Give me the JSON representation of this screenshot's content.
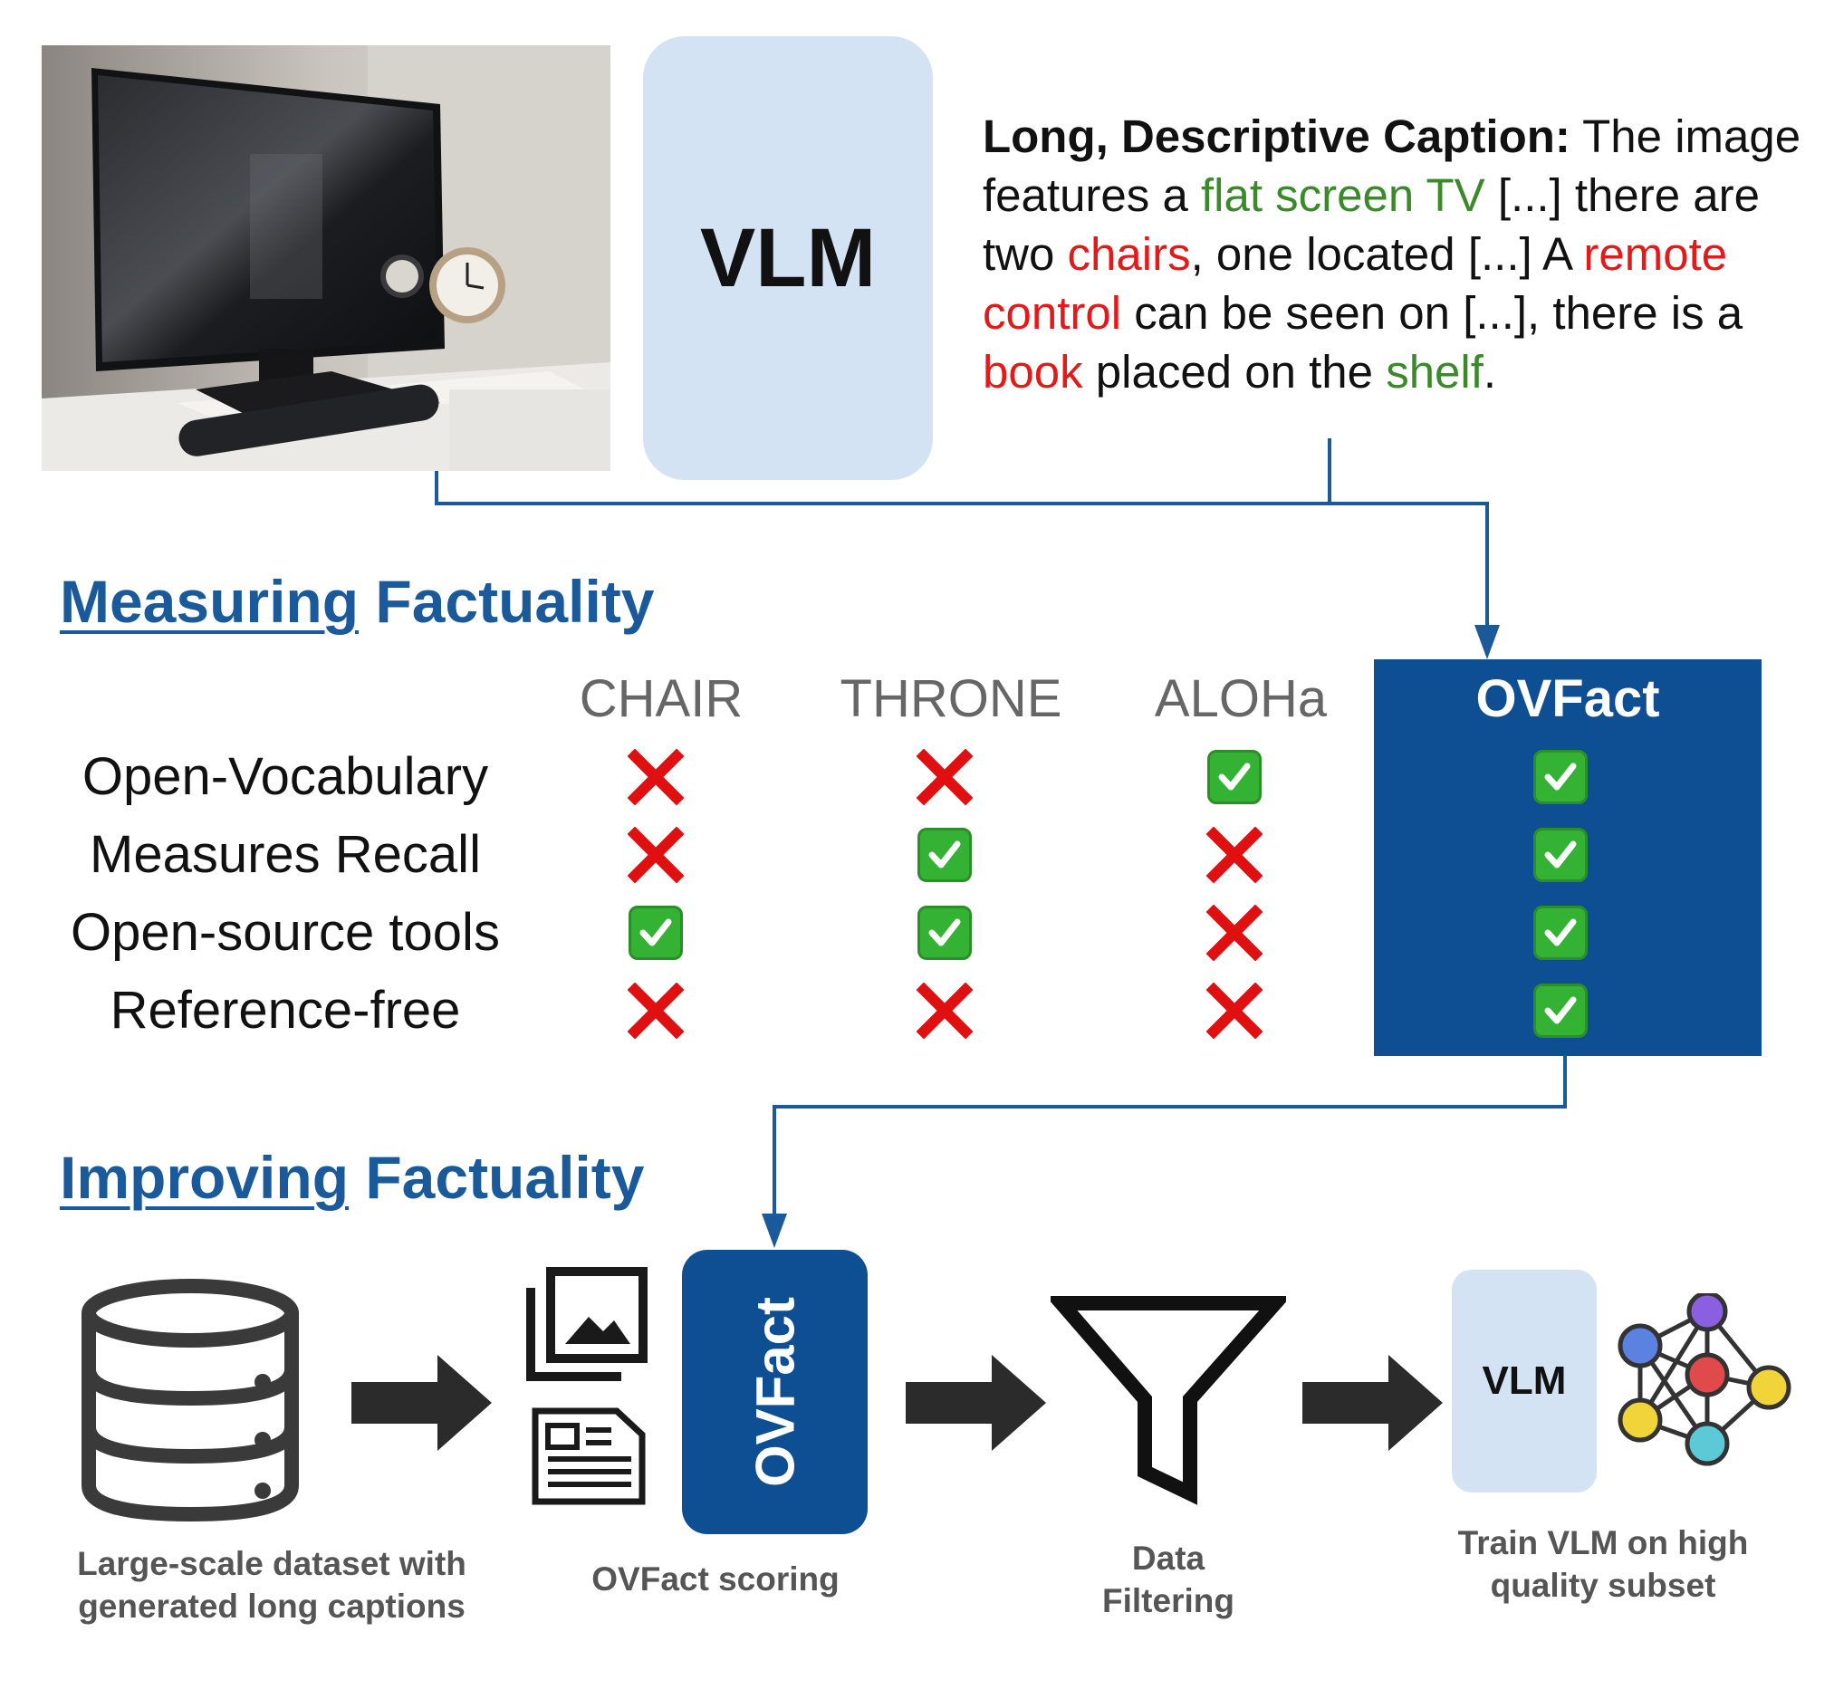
{
  "top": {
    "vlm_label": "VLM",
    "caption": {
      "lead": "Long, Descriptive Caption:",
      "segments": [
        {
          "text": " The image features a ",
          "color": "plain"
        },
        {
          "text": "flat screen TV",
          "color": "green"
        },
        {
          "text": " [...] there are two ",
          "color": "plain"
        },
        {
          "text": "chairs",
          "color": "red"
        },
        {
          "text": ", one located [...] A ",
          "color": "plain"
        },
        {
          "text": "remote control",
          "color": "red"
        },
        {
          "text": " can be seen on [...], there is a ",
          "color": "plain"
        },
        {
          "text": "book",
          "color": "red"
        },
        {
          "text": " placed on the ",
          "color": "plain"
        },
        {
          "text": "shelf",
          "color": "green"
        },
        {
          "text": ".",
          "color": "plain"
        }
      ]
    }
  },
  "measuring": {
    "title_underlined": "Measuring",
    "title_rest": " Factuality",
    "columns": [
      "CHAIR",
      "THRONE",
      "ALOHa",
      "OVFact"
    ],
    "rows": [
      {
        "label": "Open-Vocabulary",
        "marks": [
          "cross",
          "cross",
          "check",
          "check"
        ]
      },
      {
        "label": "Measures Recall",
        "marks": [
          "cross",
          "check",
          "cross",
          "check"
        ]
      },
      {
        "label": "Open-source tools",
        "marks": [
          "check",
          "check",
          "cross",
          "check"
        ]
      },
      {
        "label": "Reference-free",
        "marks": [
          "cross",
          "cross",
          "cross",
          "check"
        ]
      }
    ]
  },
  "improving": {
    "title_underlined": "Improving",
    "title_rest": " Factuality",
    "ovfact_label": "OVFact",
    "vlm_label": "VLM",
    "steps": {
      "dataset": "Large-scale dataset with generated long captions",
      "scoring": "OVFact scoring",
      "filtering": "Data Filtering",
      "train": "Train VLM on high quality subset"
    },
    "dataset_lines": [
      "Large-scale dataset with",
      "generated long captions"
    ],
    "filtering_lines": [
      "Data",
      "Filtering"
    ],
    "train_lines": [
      "Train VLM on high",
      "quality subset"
    ]
  },
  "colors": {
    "accent": "#0d4f92",
    "title_blue": "#1a5a9a",
    "vlm_box": "#d3e3f3",
    "green_text": "#3a8a2a",
    "red_text": "#e21a1a",
    "check_green": "#34b233",
    "cross_red": "#e01010"
  }
}
